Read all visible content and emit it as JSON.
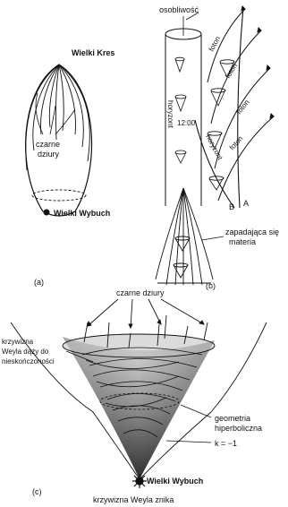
{
  "panel_a": {
    "caption": "(a)",
    "top_label": "Wielki Kres",
    "bh_label_1": "czarne",
    "bh_label_2": "dziury",
    "bottom_label": "Wielki Wybuch"
  },
  "panel_b": {
    "caption": "(b)",
    "singularity": "osobliwość",
    "photon_1": "foton",
    "photon_2": "foton",
    "photon_3": "foton",
    "photon_4": "foton",
    "horizon_1": "horyzont",
    "horizon_2": "horyzont",
    "time_mark": "12:00",
    "point_a": "A",
    "point_b": "B",
    "collapsing_1": "zapadająca się",
    "collapsing_2": "materia"
  },
  "panel_c": {
    "caption": "(c)",
    "black_holes": "czarne dziury",
    "weyl_left_1": "krzywizna",
    "weyl_left_2": "Weyla dąży do",
    "weyl_left_3": "nieskończoności",
    "hyperbolic_1": "geometria",
    "hyperbolic_2": "hiperboliczna",
    "k_value": "k = −1",
    "big_bang": "Wielki Wybuch",
    "weyl_bottom": "krzywizna Weyla znika"
  },
  "colors": {
    "ink": "#111111",
    "cone_dark": "#3a3a3a",
    "cone_mid": "#8a8a8a",
    "cone_light": "#d6d6d6"
  }
}
